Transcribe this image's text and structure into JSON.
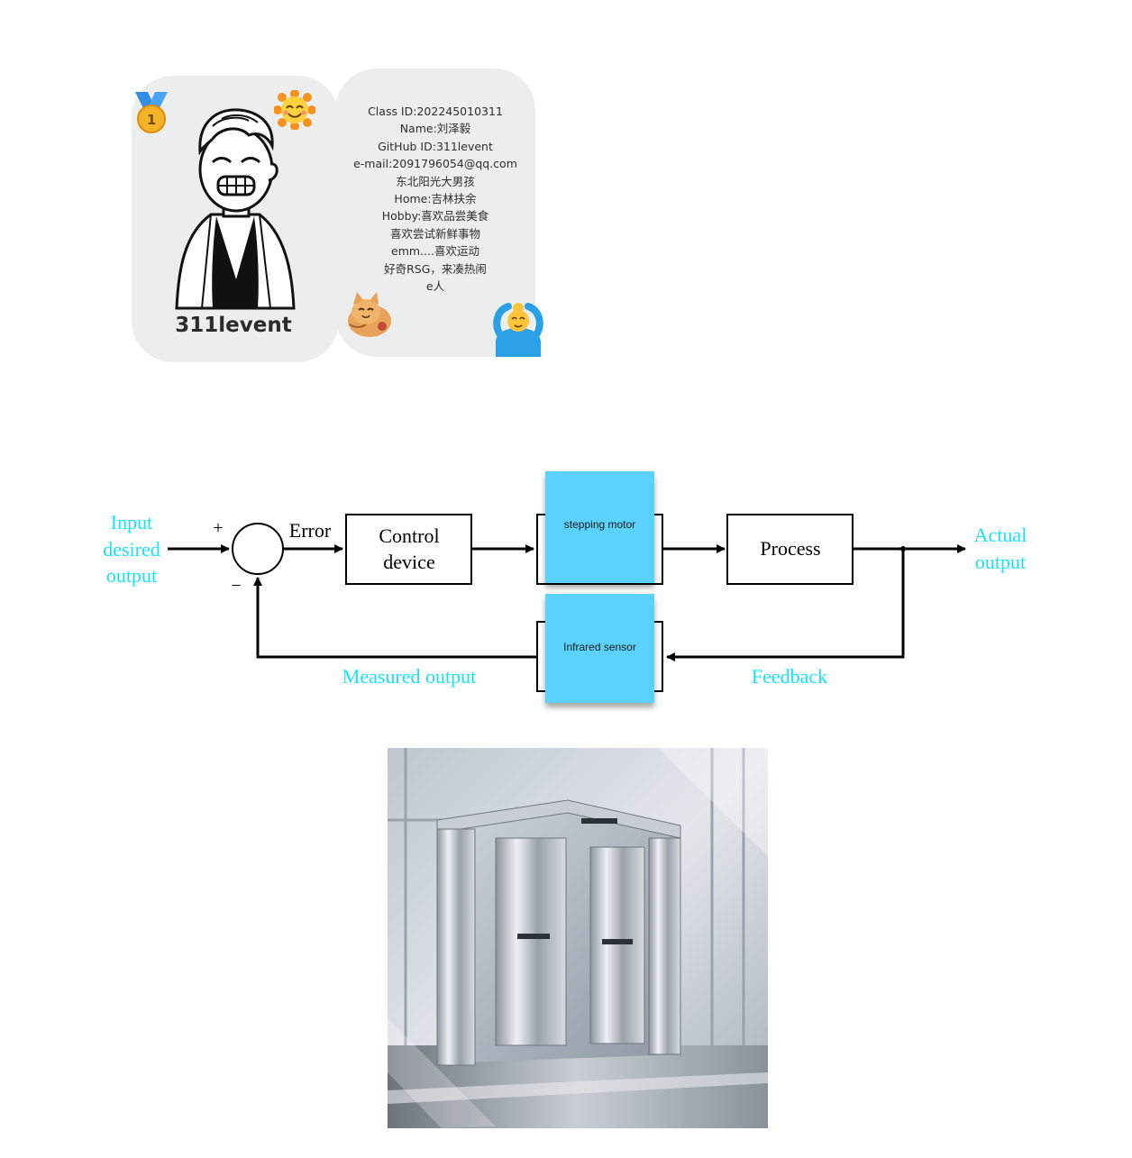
{
  "profile": {
    "username": "311levent",
    "info_lines": [
      "Class ID:202245010311",
      "Name:刘泽毅",
      "GitHub ID:311levent",
      "e-mail:2091796054@qq.com",
      "东北阳光大男孩",
      "Home:吉林扶余",
      "Hobby:喜欢品尝美食",
      "喜欢尝试新鲜事物",
      "emm....喜欢运动",
      "好奇RSG，来凑热闹",
      "e人"
    ],
    "emojis": [
      "medal-icon",
      "sun-icon",
      "cat-icon",
      "person-gesturing-ok-icon"
    ]
  },
  "diagram": {
    "input_label": [
      "Input",
      "desired",
      "output"
    ],
    "plus_sign": "+",
    "minus_sign": "−",
    "error_label": "Error",
    "control_label": [
      "Control",
      "device"
    ],
    "process_label": "Process",
    "output_label": [
      "Actual",
      "output"
    ],
    "measured_label": "Measured output",
    "feedback_label": "Feedback",
    "actuator_note": "stepping motor",
    "sensor_note": "Infrared sensor",
    "colors": {
      "label": "#18e3f2",
      "note": "#5bd2fb",
      "line": "#000000"
    }
  },
  "photo": {
    "subject": "automatic-revolving-glass-door"
  }
}
